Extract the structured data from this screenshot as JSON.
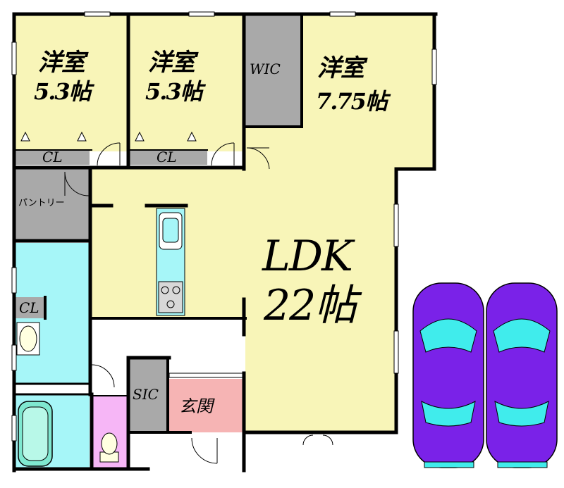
{
  "rooms": {
    "western1": {
      "name": "洋室",
      "size": "5.3帖"
    },
    "western2": {
      "name": "洋室",
      "size": "5.3帖"
    },
    "western3": {
      "name": "洋室",
      "size": "7.75帖"
    },
    "wic": "WIC",
    "cl1": "CL",
    "cl2": "CL",
    "cl3": "CL",
    "pantry": "パントリー",
    "ldk": {
      "name": "LDK",
      "size": "22帖"
    },
    "sic": "SIC",
    "entrance": "玄関"
  },
  "colors": {
    "western": "#f8f5b8",
    "closet": "#a9a9a9",
    "water": "#a6f6f8",
    "toilet": "#f6b6f6",
    "entrance": "#f6b4b4",
    "car_body": "#7a22e8",
    "car_glass": "#40ecec",
    "wall": "#000000"
  },
  "icons": [
    "car-icon",
    "sink-icon",
    "stove-icon",
    "bathtub-icon",
    "toilet-icon",
    "washbasin-icon"
  ]
}
